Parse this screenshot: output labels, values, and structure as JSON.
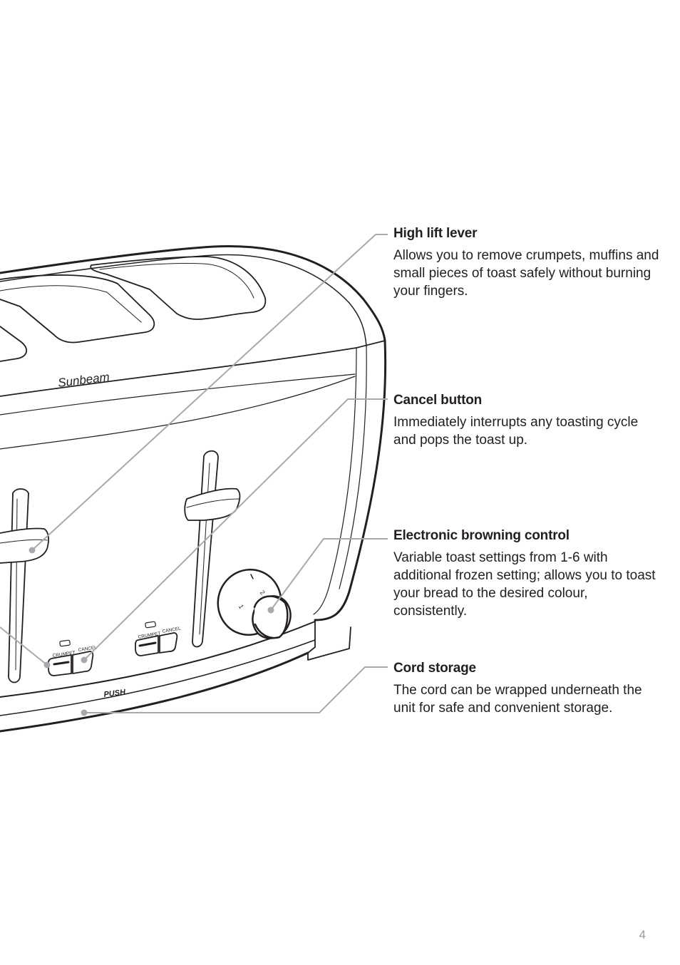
{
  "callouts": [
    {
      "title": "High lift lever",
      "text": "Allows you to remove crumpets, muffins and small pieces of toast safely without burning your fingers."
    },
    {
      "title": "Cancel button",
      "text": "Immediately interrupts any toasting cycle and pops the toast up."
    },
    {
      "title": "Electronic browning control",
      "text": "Variable toast settings from 1-6 with additional frozen setting; allows you to toast your bread to the desired colour, consistently."
    },
    {
      "title": "Cord storage",
      "text": "The cord can be wrapped underneath the unit for safe and convenient storage."
    }
  ],
  "toaster_labels": {
    "brand": "Sunbeam",
    "push": "PUSH",
    "crumpet": "CRUMPET",
    "cancel": "CANCEL",
    "dial_1": "1",
    "dial_2": "2"
  },
  "page_number": "4",
  "colors": {
    "leader_line": "#a7a9ac",
    "text": "#231f20",
    "page_number": "#9a9a9a"
  }
}
